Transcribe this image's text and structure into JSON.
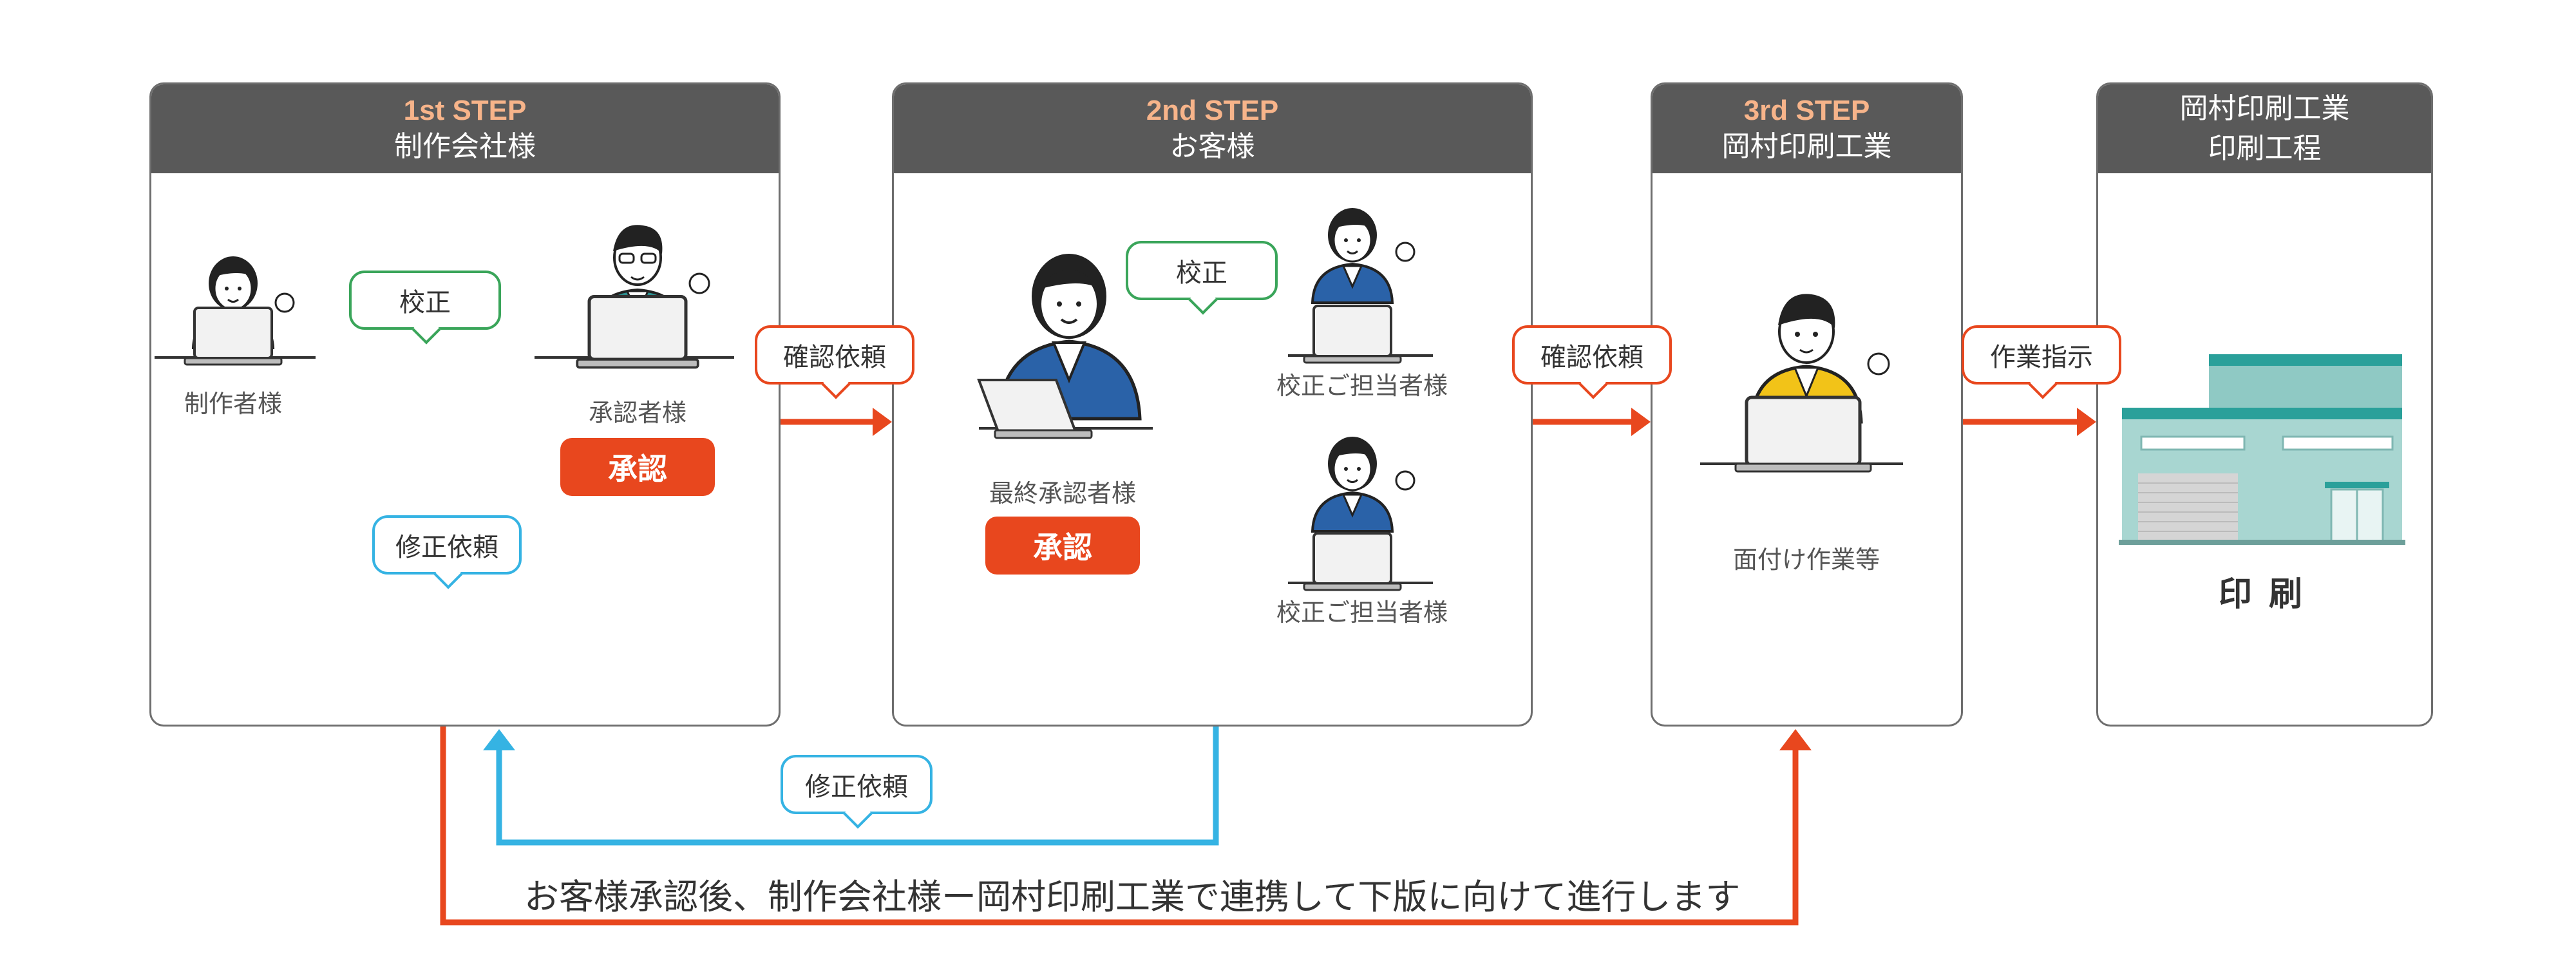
{
  "colors": {
    "header_bg": "#595959",
    "step_text": "#f7b48a",
    "flow_red": "#e8471e",
    "proof_green": "#3aa55a",
    "revise_blue": "#35b3e3",
    "factory_teal": "#8fc9c4"
  },
  "step1": {
    "step_label": "1st STEP",
    "title": "制作会社様",
    "proof_label": "校正",
    "creator_label": "制作者様",
    "approver_label": "承認者様",
    "approve_label": "承認",
    "revise_label": "修正依頼"
  },
  "step2": {
    "step_label": "2nd STEP",
    "title": "お客様",
    "proof_label": "校正",
    "final_approver_label": "最終承認者様",
    "approve_label": "承認",
    "proof_person_label_1": "校正ご担当者様",
    "proof_person_label_2": "校正ご担当者様"
  },
  "step3": {
    "step_label": "3rd STEP",
    "title": "岡村印刷工業",
    "work_label": "面付け作業等"
  },
  "step4": {
    "title_line1": "岡村印刷工業",
    "title_line2": "印刷工程",
    "print_label": "印刷"
  },
  "connectors": {
    "confirm_request_1": "確認依頼",
    "confirm_request_2": "確認依頼",
    "work_instruction": "作業指示",
    "bottom_revise": "修正依頼"
  },
  "footer_note": "お客様承認後、制作会社様ー岡村印刷工業で連携して下版に向けて進行します"
}
